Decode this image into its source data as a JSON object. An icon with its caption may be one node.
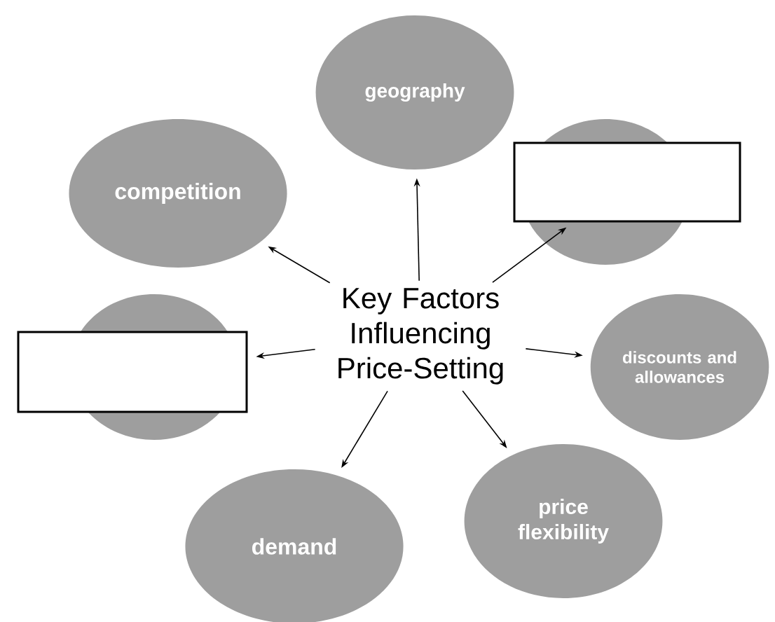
{
  "diagram": {
    "nodes": [
      {
        "text": [
          "geography"
        ]
      },
      {
        "text": [
          "competition"
        ]
      },
      {
        "text": [],
        "shape": "box"
      },
      {
        "text": [
          "Key Factors Influencing Price-Setting"
        ]
      },
      {
        "text": [],
        "shape": "box"
      },
      {
        "text": [
          "discounts and allowances"
        ]
      },
      {
        "text": [
          "demand"
        ]
      },
      {
        "text": [
          "price flexibility"
        ]
      }
    ],
    "edges": [
      {
        "from": 3,
        "to": 0,
        "arrow": "to"
      },
      {
        "from": 3,
        "to": 1,
        "arrow": "to"
      },
      {
        "from": 3,
        "to": 2,
        "arrow": "to"
      },
      {
        "from": 3,
        "to": 4,
        "arrow": "to"
      },
      {
        "from": 3,
        "to": 5,
        "arrow": "to"
      },
      {
        "from": 3,
        "to": 6,
        "arrow": "to"
      },
      {
        "from": 3,
        "to": 7,
        "arrow": "to"
      }
    ]
  }
}
